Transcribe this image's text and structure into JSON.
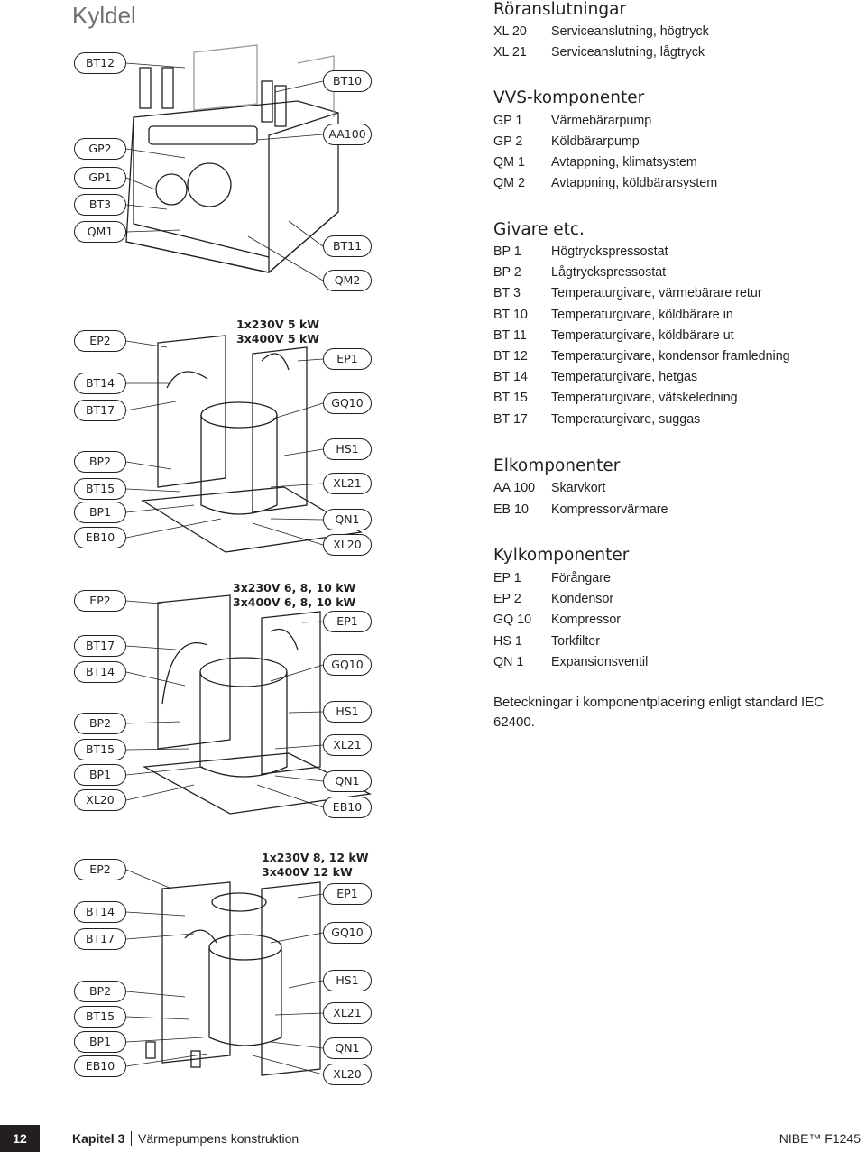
{
  "page_title": "Kyldel",
  "variant_captions": {
    "v1_line1": "1x230V 5 kW",
    "v1_line2": "3x400V 5 kW",
    "v2_line1": "3x230V 6, 8, 10 kW",
    "v2_line2": "3x400V 6, 8, 10 kW",
    "v3_line1": "1x230V 8, 12 kW",
    "v3_line2": "3x400V 12 kW"
  },
  "figure1": {
    "left_labels": [
      "BT12",
      "GP2",
      "GP1",
      "BT3",
      "QM1"
    ],
    "right_labels": [
      "BT10",
      "AA100",
      "BT11",
      "QM2"
    ]
  },
  "figure2": {
    "left_labels": [
      "EP2",
      "BT14",
      "BT17",
      "BP2",
      "BT15",
      "BP1",
      "EB10"
    ],
    "right_labels": [
      "EP1",
      "GQ10",
      "HS1",
      "XL21",
      "QN1",
      "XL20"
    ]
  },
  "figure3": {
    "left_labels": [
      "EP2",
      "BT17",
      "BT14",
      "BP2",
      "BT15",
      "BP1",
      "XL20"
    ],
    "right_labels": [
      "EP1",
      "GQ10",
      "HS1",
      "XL21",
      "QN1",
      "EB10"
    ]
  },
  "figure4": {
    "left_labels": [
      "EP2",
      "BT14",
      "BT17",
      "BP2",
      "BT15",
      "BP1",
      "EB10"
    ],
    "right_labels": [
      "EP1",
      "GQ10",
      "HS1",
      "XL21",
      "QN1",
      "XL20"
    ]
  },
  "legend": {
    "roranslutningar": {
      "heading": "Röranslutningar",
      "items": [
        {
          "code": "XL 20",
          "desc": "Serviceanslutning, högtryck"
        },
        {
          "code": "XL 21",
          "desc": "Serviceanslutning, lågtryck"
        }
      ]
    },
    "vvs": {
      "heading": "VVS-komponenter",
      "items": [
        {
          "code": "GP 1",
          "desc": "Värmebärarpump"
        },
        {
          "code": "GP 2",
          "desc": "Köldbärarpump"
        },
        {
          "code": "QM 1",
          "desc": "Avtappning, klimatsystem"
        },
        {
          "code": "QM 2",
          "desc": "Avtappning, köldbärarsystem"
        }
      ]
    },
    "givare": {
      "heading": "Givare etc.",
      "items": [
        {
          "code": "BP 1",
          "desc": "Högtryckspressostat"
        },
        {
          "code": "BP 2",
          "desc": "Lågtryckspressostat"
        },
        {
          "code": "BT 3",
          "desc": "Temperaturgivare, värmebärare retur"
        },
        {
          "code": "BT 10",
          "desc": "Temperaturgivare, köldbärare in"
        },
        {
          "code": "BT 11",
          "desc": "Temperaturgivare, köldbärare ut"
        },
        {
          "code": "BT 12",
          "desc": "Temperaturgivare, kondensor framledning"
        },
        {
          "code": "BT 14",
          "desc": "Temperaturgivare, hetgas"
        },
        {
          "code": "BT 15",
          "desc": "Temperaturgivare, vätskeledning"
        },
        {
          "code": "BT 17",
          "desc": "Temperaturgivare, suggas"
        }
      ]
    },
    "elkomponenter": {
      "heading": "Elkomponenter",
      "items": [
        {
          "code": "AA 100",
          "desc": "Skarvkort"
        },
        {
          "code": "EB 10",
          "desc": "Kompressorvärmare"
        }
      ]
    },
    "kylkomponenter": {
      "heading": "Kylkomponenter",
      "items": [
        {
          "code": "EP 1",
          "desc": "Förångare"
        },
        {
          "code": "EP 2",
          "desc": "Kondensor"
        },
        {
          "code": "GQ 10",
          "desc": "Kompressor"
        },
        {
          "code": "HS 1",
          "desc": "Torkfilter"
        },
        {
          "code": "QN 1",
          "desc": "Expansionsventil"
        }
      ]
    },
    "note": "Beteckningar i komponentplacering enligt standard IEC 62400."
  },
  "footer": {
    "page_number": "12",
    "chapter": "Kapitel 3",
    "chapter_title": "Värmepumpens konstruktion",
    "brand": "NIBE™ F1245"
  }
}
